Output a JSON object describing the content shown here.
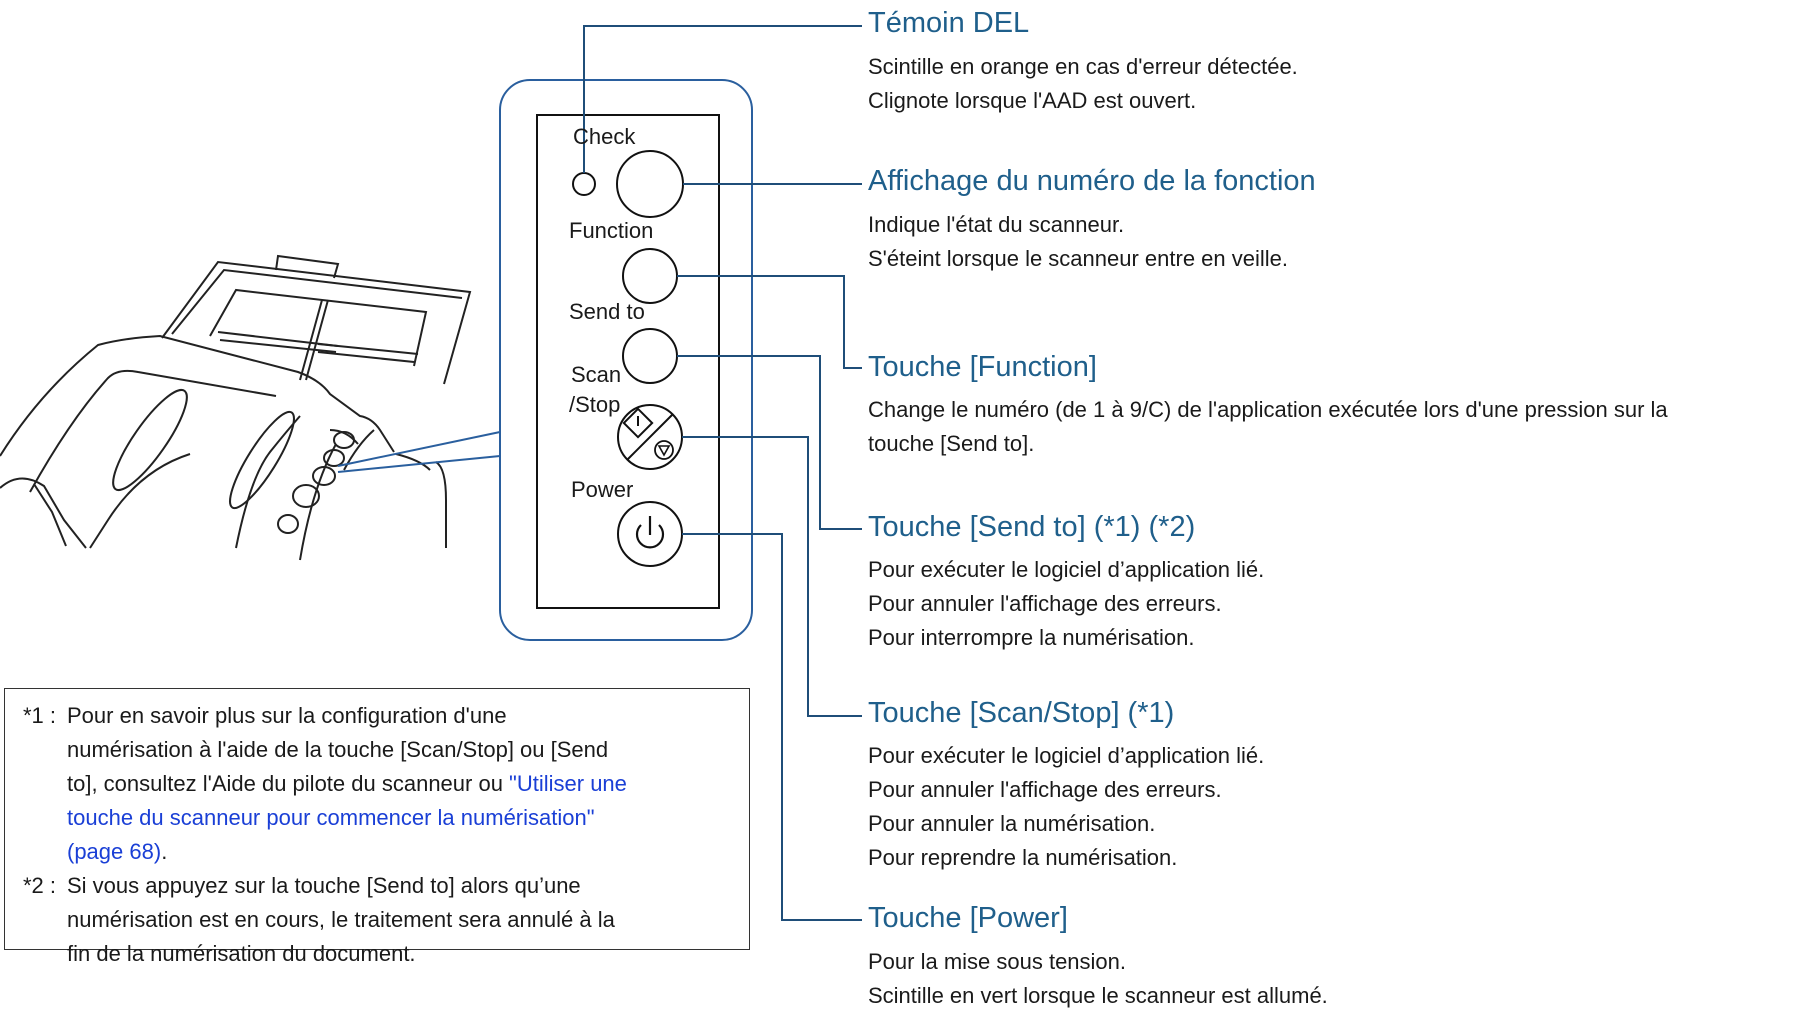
{
  "panel": {
    "labels": {
      "check": "Check",
      "function": "Function",
      "send_to": "Send to",
      "scan": "Scan",
      "stop": "/Stop",
      "power": "Power"
    }
  },
  "callouts": [
    {
      "title": "Témoin DEL",
      "lines": [
        "Scintille en orange en cas d'erreur détectée.",
        "Clignote lorsque l'AAD est ouvert."
      ]
    },
    {
      "title": "Affichage du numéro de la fonction",
      "lines": [
        "Indique l'état du scanneur.",
        "S'éteint lorsque le scanneur entre en veille."
      ]
    },
    {
      "title": "Touche [Function]",
      "lines": [
        "Change le numéro (de 1 à 9/C) de l'application exécutée lors d'une pression sur la",
        "touche [Send to]."
      ]
    },
    {
      "title": "Touche [Send to] (*1) (*2)",
      "lines": [
        "Pour exécuter le logiciel d’application lié.",
        "Pour annuler l'affichage des erreurs.",
        "Pour interrompre la numérisation."
      ]
    },
    {
      "title": "Touche [Scan/Stop] (*1)",
      "lines": [
        "Pour exécuter le logiciel d’application lié.",
        "Pour annuler l'affichage des erreurs.",
        "Pour annuler la numérisation.",
        "Pour reprendre la numérisation."
      ]
    },
    {
      "title": "Touche [Power]",
      "lines": [
        "Pour la mise sous tension.",
        "Scintille en vert lorsque le scanneur est allumé."
      ]
    }
  ],
  "notes": [
    {
      "mark": "*1 :",
      "line1": "Pour en savoir plus sur la configuration d'une",
      "line2": "numérisation à l'aide de la touche [Scan/Stop] ou [Send",
      "line3_pre": "to], consultez l'Aide du pilote du scanneur ou ",
      "link_part1": "\"Utiliser une",
      "link_part2": "touche du scanneur pour commencer la numérisation\"",
      "link_part3": "(page 68)",
      "suffix": "."
    },
    {
      "mark": "*2 :",
      "line1": "Si vous appuyez sur la touche [Send to] alors qu’une",
      "line2": "numérisation est en cours, le traitement sera annulé à la",
      "line3": "fin de la numérisation du document."
    }
  ],
  "colors": {
    "title": "#1f5f8b",
    "panel_outline": "#2a5f9e",
    "link": "#1a3fd6",
    "leader": "#1f4e79"
  }
}
